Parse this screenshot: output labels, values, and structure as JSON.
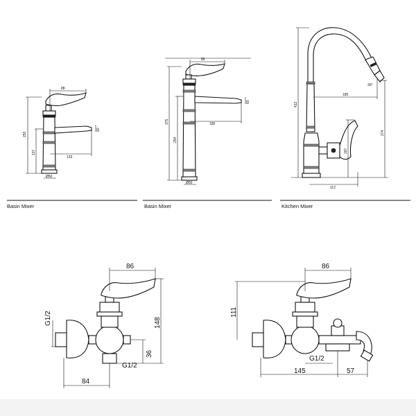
{
  "captions": {
    "basin_mixer_1": "Basin Mixer",
    "basin_mixer_2": "Basin Mixer",
    "kitchen_mixer": "Kitchen Mixer"
  },
  "dims": {
    "basin1": {
      "top": "88",
      "height": "253",
      "lower": "137",
      "reach": "133",
      "spout": "60",
      "base": "Ø50"
    },
    "basin2": {
      "top": "86",
      "height": "375",
      "lower": "254",
      "reach": "180",
      "spout": "60",
      "base": "Ø50"
    },
    "kitchen": {
      "height": "412",
      "reach": "185",
      "outlet": "274",
      "lower": "187",
      "base": "112",
      "angle": "30°"
    },
    "wall1": {
      "top": "86",
      "height": "148",
      "inlet": "G1/2",
      "outlet": "G1/2",
      "offset": "36",
      "depth": "84"
    },
    "wall2": {
      "top": "86",
      "height": "111",
      "outlet": "G1/2",
      "depth": "145",
      "reach": "57"
    }
  }
}
